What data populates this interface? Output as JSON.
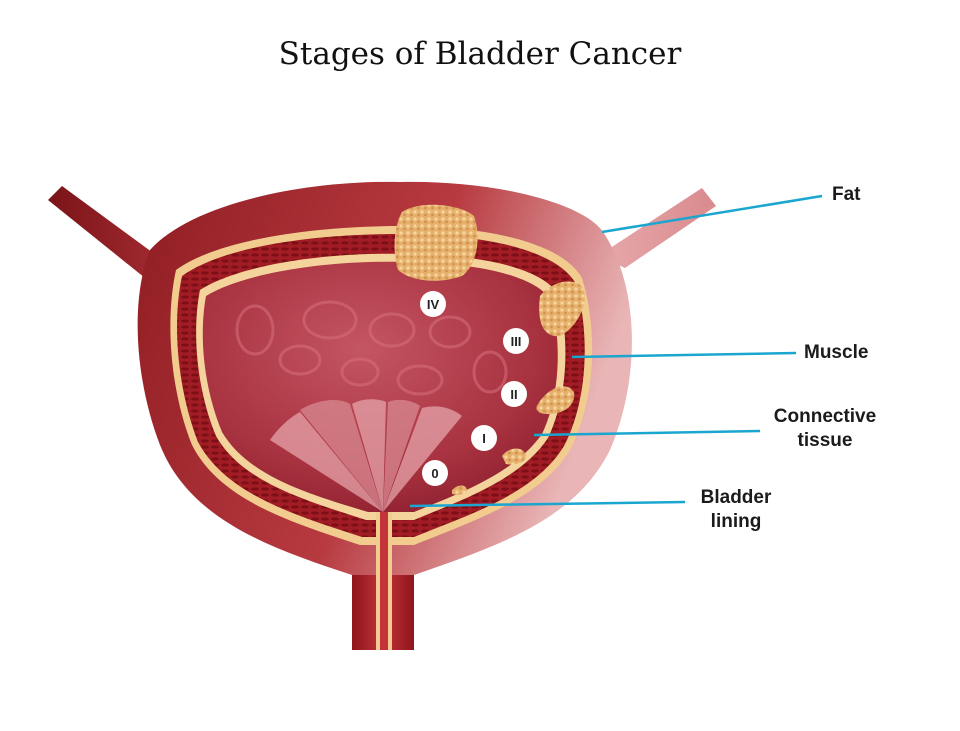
{
  "title": "Stages of Bladder Cancer",
  "labels": {
    "fat": "Fat",
    "muscle": "Muscle",
    "connective_line1": "Connective",
    "connective_line2": "tissue",
    "lining_line1": "Bladder",
    "lining_line2": "lining"
  },
  "stages": [
    "IV",
    "III",
    "II",
    "I",
    "0"
  ],
  "colors": {
    "pointer_line": "#1aa6cf",
    "bladder_outer": "#a82a2f",
    "muscle": "#9c1c24",
    "interior": "#b8424e",
    "tumor": "#e8b46e"
  }
}
